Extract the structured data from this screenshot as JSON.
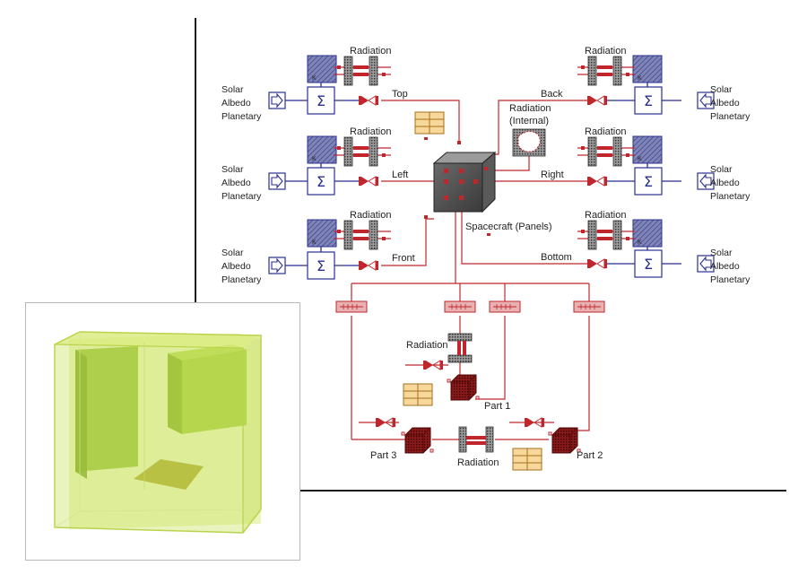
{
  "diagram": {
    "faces": {
      "top": "Top",
      "back": "Back",
      "left": "Left",
      "right": "Right",
      "front": "Front",
      "bottom": "Bottom"
    },
    "radiation_label": "Radiation",
    "radiation_internal": [
      "Radiation",
      "(Internal)"
    ],
    "spacecraft_label": "Spacecraft (Panels)",
    "flux_source": [
      "Solar",
      "Albedo",
      "Planetary"
    ],
    "parts": {
      "part1": "Part 1",
      "part2": "Part 2",
      "part3": "Part 3"
    },
    "colors": {
      "wire_red": "#c0272d",
      "wire_blue": "#2a2f8f",
      "block_fill": "#8b8fbf",
      "table_fill": "#f8d89a",
      "panel_green": "#9fce2a",
      "inset_box": "#e4f0a0"
    }
  }
}
